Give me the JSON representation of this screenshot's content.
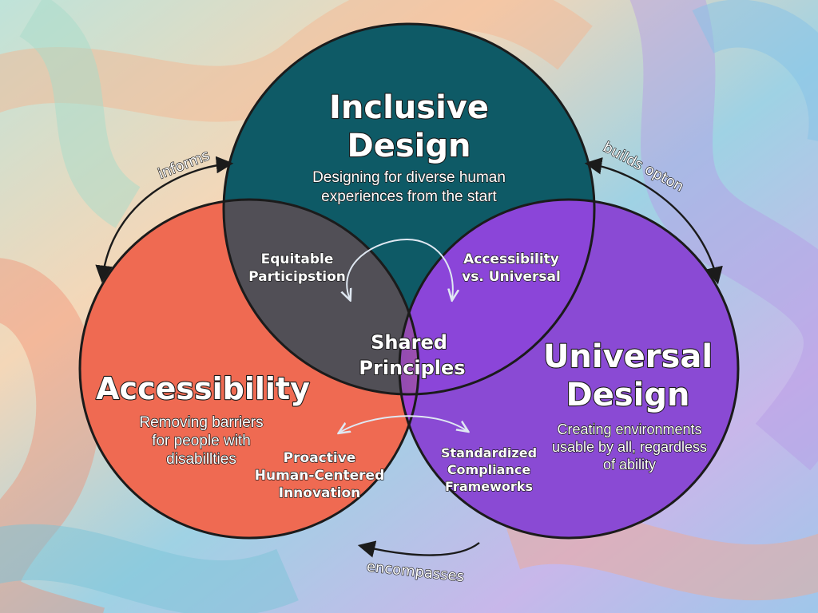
{
  "colors": {
    "inclusive": "#0e5a66",
    "accessibility": "#ef6a52",
    "universal": "#8a4ad4",
    "outline": "#1b1b1b",
    "arrow": "#1b1b1b"
  },
  "circles": {
    "inclusive": {
      "title_line1": "Inclusive",
      "title_line2": "Design",
      "desc_line1": "Designing for diverse human",
      "desc_line2": "experiences from the start"
    },
    "accessibility": {
      "title_line1": "Accessibility",
      "desc_line1": "Removing barriers",
      "desc_line2": "for people with",
      "desc_line3": "disabillties"
    },
    "universal": {
      "title_line1": "Universal",
      "title_line2": "Design",
      "desc_line1": "Creating environments",
      "desc_line2": "usable by all, regardless",
      "desc_line3": "of ability"
    }
  },
  "overlaps": {
    "inclusive_accessibility": {
      "line1": "Equitable",
      "line2": "Participstion"
    },
    "inclusive_universal": {
      "line1": "Accessibility",
      "line2": "vs. Universal"
    },
    "accessibility_universal_left": {
      "line1": "Proactive",
      "line2": "Human-Centered",
      "line3": "Innovation"
    },
    "accessibility_universal_right": {
      "line1": "Standardized",
      "line2": "Compliance",
      "line3": "Frameworks"
    },
    "center": {
      "line1": "Shared",
      "line2": "Principles"
    }
  },
  "connectors": {
    "left": "informs",
    "right": "builds opton",
    "bottom": "encompasses"
  }
}
